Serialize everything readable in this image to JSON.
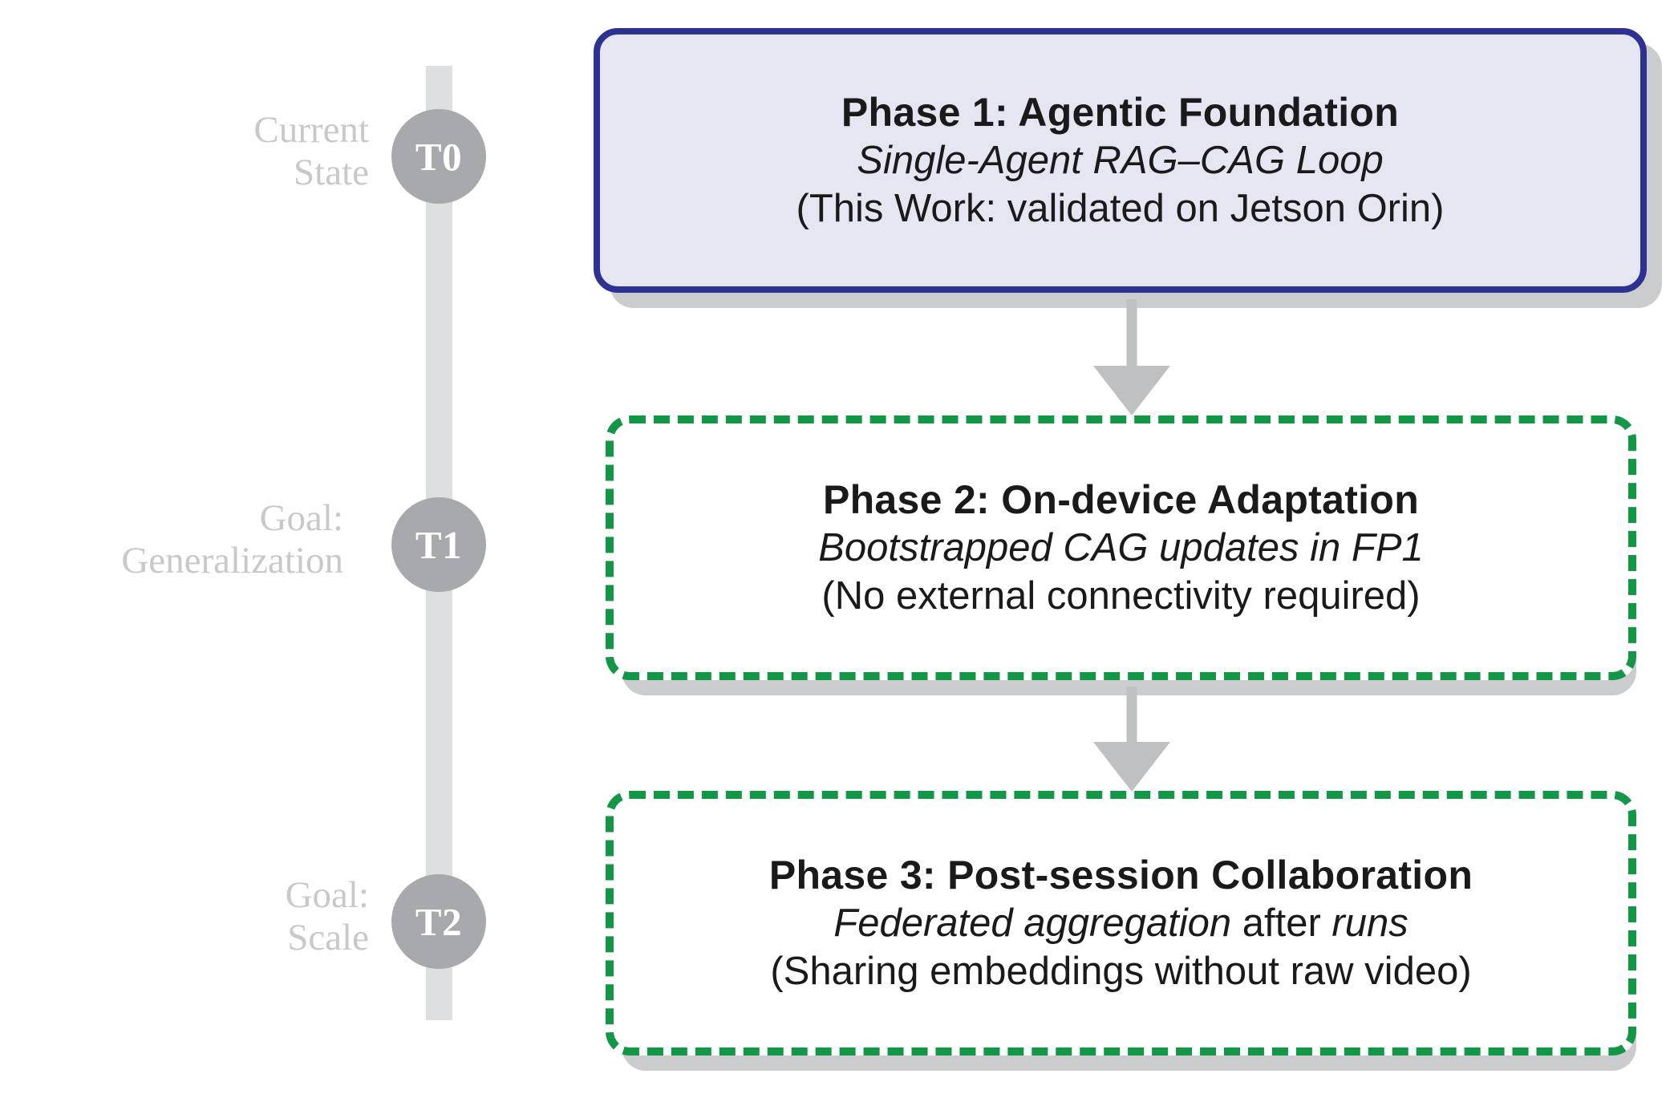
{
  "diagram": {
    "title": "Three-phase research roadmap timeline",
    "colors": {
      "phase1_border": "#2e3192",
      "phase1_fill": "#e6e5f2",
      "phase_dashed_border": "#139646",
      "phase_fill": "#ffffff",
      "node_fill": "#a7a9ac",
      "node_text": "#ffffff",
      "timeline_bar": "#dedfe1",
      "arrow": "#bfc0c2",
      "shadow": "#cbcccd",
      "caption_text": "#c7c9cb",
      "body_text": "#1a1a1a"
    }
  },
  "timeline": {
    "nodes": [
      {
        "id": "T0",
        "label": "T0",
        "caption_lines": [
          "Current",
          "State"
        ]
      },
      {
        "id": "T1",
        "label": "T1",
        "caption_lines": [
          "Goal:",
          "Generalization"
        ]
      },
      {
        "id": "T2",
        "label": "T2",
        "caption_lines": [
          "Goal:",
          "Scale"
        ]
      }
    ]
  },
  "phases": [
    {
      "id": "phase1",
      "title": "Phase 1:  Agentic Foundation",
      "subtitle": "Single-Agent RAG–CAG Loop",
      "note": "(This Work:  validated on Jetson Orin)",
      "border_style": "solid",
      "border_color": "#2e3192",
      "fill": "#e6e5f2"
    },
    {
      "id": "phase2",
      "title": "Phase 2:  On-device Adaptation",
      "subtitle": "Bootstrapped CAG updates in FP1",
      "note": "(No external connectivity required)",
      "border_style": "dashed",
      "border_color": "#139646",
      "fill": "#ffffff"
    },
    {
      "id": "phase3",
      "title": "Phase 3:  Post-session Collaboration",
      "subtitle_parts": {
        "italic_1": "Federated aggregation",
        "regular": " after ",
        "italic_2": "runs"
      },
      "note": "(Sharing embeddings without raw video)",
      "border_style": "dashed",
      "border_color": "#139646",
      "fill": "#ffffff"
    }
  ],
  "connectors": [
    {
      "id": "arrow-phase1-to-phase2",
      "from": "phase1",
      "to": "phase2",
      "direction": "down"
    },
    {
      "id": "arrow-phase2-to-phase3",
      "from": "phase2",
      "to": "phase3",
      "direction": "down"
    }
  ]
}
